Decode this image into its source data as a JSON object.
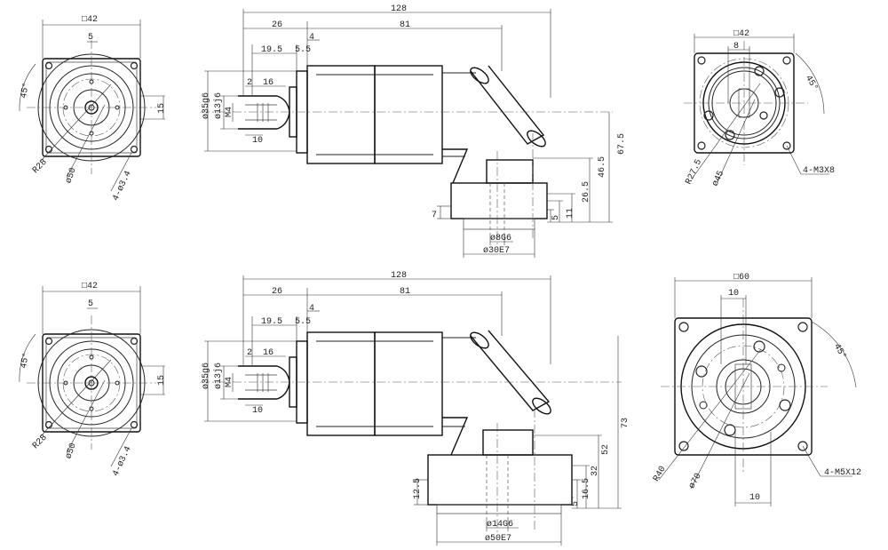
{
  "top_left_view": {
    "square": "□42",
    "offset": "5",
    "angle": "45°",
    "height": "15",
    "radius": "R28",
    "pcd": "ø50",
    "holes": "4-ø3.4"
  },
  "top_side_view": {
    "total": "128",
    "d26": "26",
    "d81": "81",
    "d19_5": "19.5",
    "d5_5": "5.5",
    "d4": "4",
    "d2": "2",
    "d16": "16",
    "d10": "10",
    "pilot": "ø35g6",
    "shaft": "ø13j6",
    "thread": "M4",
    "d67_5": "67.5",
    "d46_5": "46.5",
    "d26_5": "26.5",
    "d11": "11",
    "d5": "5",
    "d7": "7",
    "bore": "ø8G6",
    "spigot": "ø30E7"
  },
  "top_right_view": {
    "square": "□42",
    "d8": "8",
    "angle": "45°",
    "radius": "R27.5",
    "pcd": "ø45",
    "holes": "4-M3X8"
  },
  "bottom_left_view": {
    "square": "□42",
    "offset": "5",
    "angle": "45°",
    "height": "15",
    "radius": "R28",
    "pcd": "ø50",
    "holes": "4-ø3.4"
  },
  "bottom_side_view": {
    "total": "128",
    "d26": "26",
    "d81": "81",
    "d19_5": "19.5",
    "d5_5": "5.5",
    "d4": "4",
    "d2": "2",
    "d16": "16",
    "d10": "10",
    "pilot": "ø35g6",
    "shaft": "ø13j6",
    "thread": "M4",
    "d73": "73",
    "d52": "52",
    "d32": "32",
    "d16_5": "16.5",
    "d5": "5",
    "d12_5": "12.5",
    "bore": "ø14G6",
    "spigot": "ø50E7"
  },
  "bottom_right_view": {
    "square": "□60",
    "d10_top": "10",
    "angle": "45°",
    "radius": "R40",
    "pcd": "ø70",
    "holes": "4-M5X12",
    "d10_bottom": "10"
  }
}
